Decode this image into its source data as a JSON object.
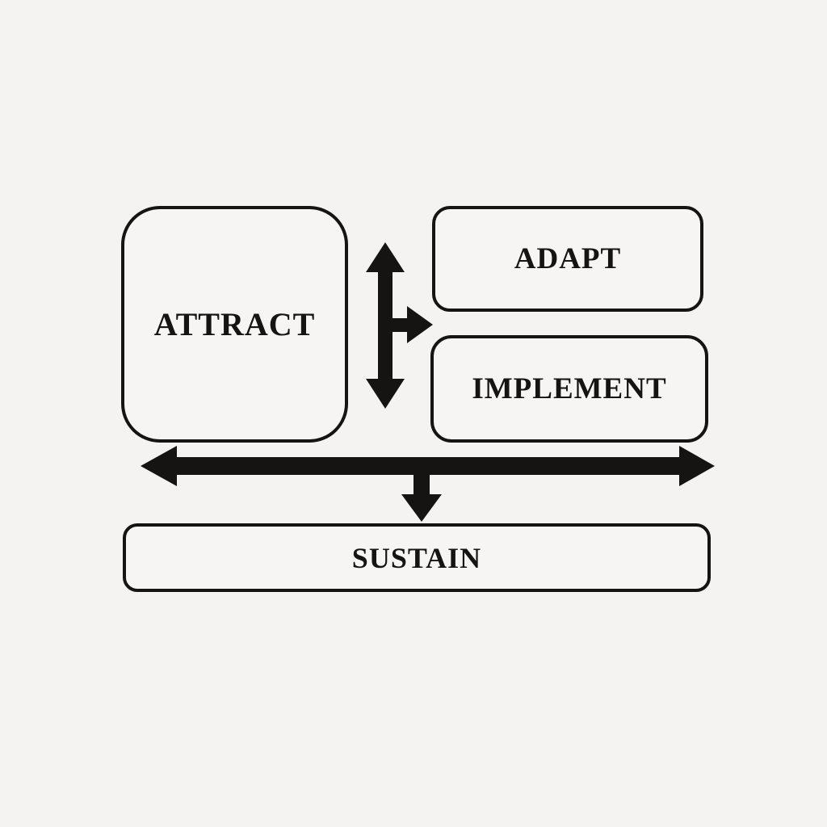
{
  "diagram": {
    "nodes": {
      "attract": {
        "label": "ATTRACT"
      },
      "adapt": {
        "label": "ADAPT"
      },
      "implement": {
        "label": "IMPLEMENT"
      },
      "sustain": {
        "label": "SUSTAIN"
      }
    },
    "connectors": [
      {
        "name": "vertical-double-arrow-with-right-branch",
        "connects": [
          "ATTRACT",
          "ADAPT",
          "IMPLEMENT"
        ]
      },
      {
        "name": "horizontal-double-arrow-with-down-branch",
        "connects": [
          "ATTRACT",
          "IMPLEMENT",
          "SUSTAIN"
        ]
      }
    ],
    "colors": {
      "ink": "#161412",
      "background": "#f4f3f1",
      "box_fill": "#f6f5f3"
    }
  }
}
